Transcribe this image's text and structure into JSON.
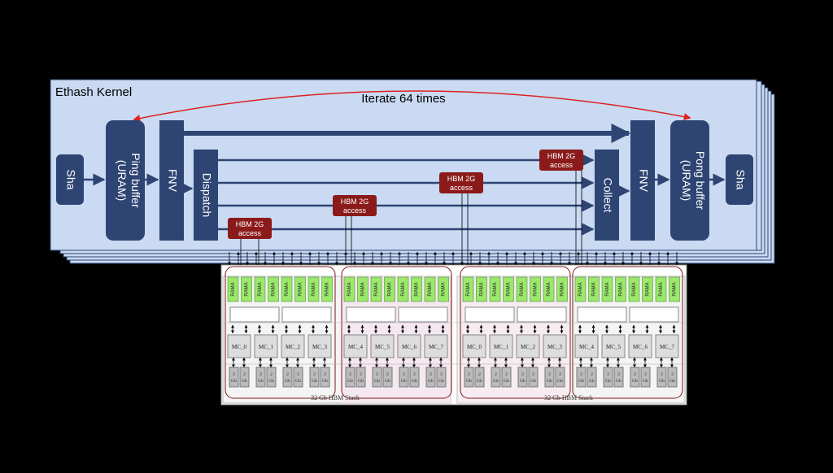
{
  "kernel": {
    "title": "Ethash Kernel",
    "iterate_label": "Iterate 64 times",
    "blocks": {
      "sha_in": "Sha",
      "ping_buffer": "Ping buffer (URAM)",
      "fnv_in": "FNV",
      "dispatch": "Dispatch",
      "collect": "Collect",
      "fnv_out": "FNV",
      "pong_buffer": "Pong buffer (URAM)",
      "sha_out": "Sha"
    },
    "hbm_access_label_line1": "HBM 2G",
    "hbm_access_label_line2": "access"
  },
  "hbm": {
    "ram_label": "RAMA",
    "memory_controllers": [
      "MC_0",
      "MC_1",
      "MC_2",
      "MC_3",
      "MC_4",
      "MC_5",
      "MC_6",
      "MC_7",
      "MC_0",
      "MC_1",
      "MC_2",
      "MC_3",
      "MC_4",
      "MC_5",
      "MC_6",
      "MC_7"
    ],
    "cell_label_top": "2",
    "cell_label_bottom": "Gb",
    "stack_labels": [
      "32 Gb HBM Stack",
      "32 Gb HBM Stack"
    ]
  },
  "colors": {
    "kernel_fill": "#c9daf2",
    "block_fill": "#2e4473",
    "hbm_access_fill": "#8b1a1a",
    "iterate_arrow": "#e02020",
    "ram_green": "#9be86b"
  }
}
